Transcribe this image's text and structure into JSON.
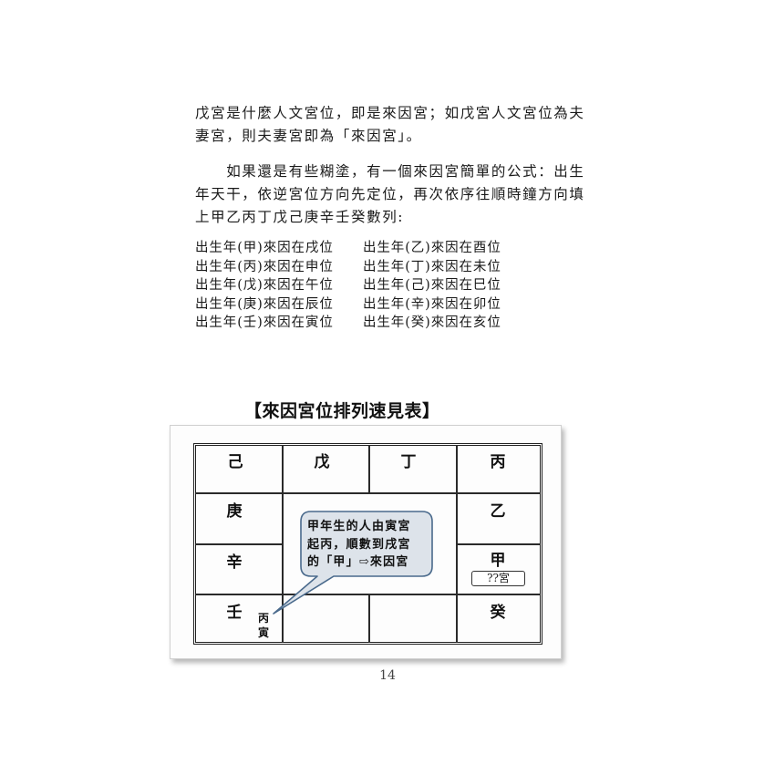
{
  "paragraphs": [
    {
      "lines": [
        "戊宮是什麼人文宮位，即是來因宮；如戊宮人文宮位為夫",
        "妻宮，則夫妻宮即為「來因宮」。"
      ]
    },
    {
      "lines": [
        "　　如果還是有些糊塗，有一個來因宮簡單的公式：出生",
        "年天干，依逆宮位方向先定位，再次依序往順時鐘方向填",
        "上甲乙丙丁戊己庚辛壬癸數列:"
      ]
    }
  ],
  "birth_year_list": [
    [
      "出生年(甲)來因在戌位",
      "出生年(乙)來因在酉位"
    ],
    [
      "出生年(丙)來因在申位",
      "出生年(丁)來因在未位"
    ],
    [
      "出生年(戊)來因在午位",
      "出生年(己)來因在巳位"
    ],
    [
      "出生年(庚)來因在辰位",
      "出生年(辛)來因在卯位"
    ],
    [
      "出生年(壬)來因在寅位",
      "出生年(癸)來因在亥位"
    ]
  ],
  "table": {
    "title": "【來因宮位排列速見表】",
    "top_row": [
      "己",
      "戊",
      "丁",
      "丙"
    ],
    "left_column": [
      "庚",
      "辛",
      "壬"
    ],
    "right_column": [
      "乙",
      "甲",
      "癸"
    ],
    "corner_labels": [
      "丙",
      "寅"
    ],
    "tag_label": "??宮",
    "callout": {
      "lines": [
        "甲年生的人由寅宮",
        "起丙，順數到戌宮",
        "的「甲」⇨來因宮"
      ],
      "fill_color": "#dde3ea",
      "border_color": "#4a6a8c"
    }
  },
  "page_number": "14"
}
